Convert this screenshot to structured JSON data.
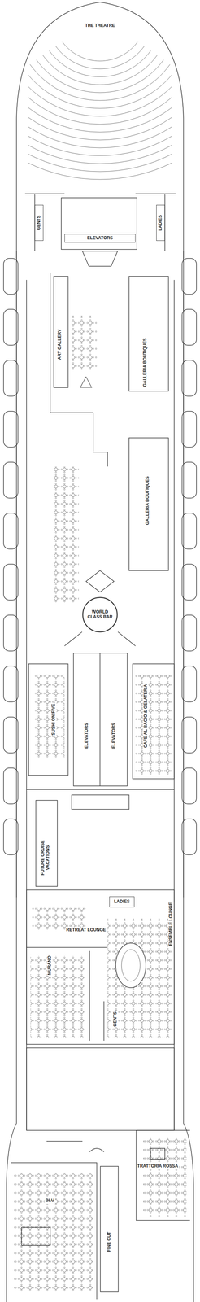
{
  "diagram": {
    "nodes": [
      {
        "text": [
          "GENTS"
        ]
      },
      {
        "text": [
          "LADIES"
        ]
      },
      {
        "text": [
          "ELEVATORS"
        ]
      },
      {
        "text": [
          "WORLD CLASS BAR"
        ]
      },
      {
        "text": [
          "LADIES"
        ]
      }
    ],
    "labels": [
      "THE THEATRE",
      "ART GALLERY",
      "GALLERIA BOUTIQUES",
      "GALLERIA BOUTIQUES",
      "CAFE AL BACIO & GELATERIA",
      "SUSHI ON FIVE",
      "ELEVATORS",
      "ELEVATORS",
      "FUTURE CRUISE VACATIONS",
      "RETREAT LOUNGE",
      "ENSEMBLE LOUNGE",
      "MURANO",
      "GENTS",
      "TRATTORIA ROSSA",
      "BLU",
      "FINE CUT"
    ]
  }
}
